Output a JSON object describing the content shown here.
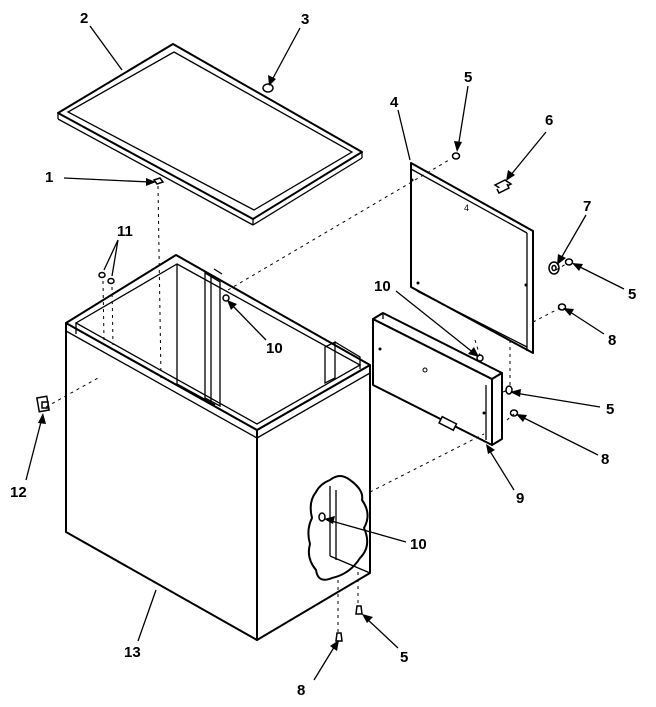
{
  "callouts": {
    "c1": "1",
    "c2": "2",
    "c3": "3",
    "c4": "4",
    "c5a": "5",
    "c5b": "5",
    "c5c": "5",
    "c5d": "5",
    "c6": "6",
    "c7": "7",
    "c8a": "8",
    "c8b": "8",
    "c8c": "8",
    "c9": "9",
    "c10a": "10",
    "c10b": "10",
    "c10c": "10",
    "c11": "11",
    "c12": "12",
    "c13": "13",
    "lid_mark": "4"
  }
}
